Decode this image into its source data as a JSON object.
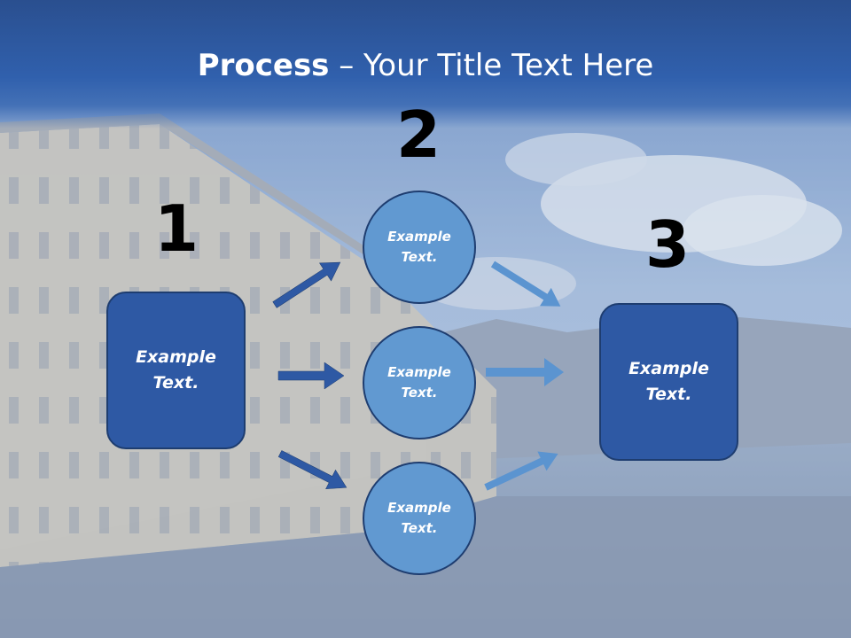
{
  "title": {
    "bold": "Process",
    "rest": " – Your Title Text Here"
  },
  "steps": [
    {
      "number": "1",
      "text": "Example Text."
    },
    {
      "number": "2",
      "items": [
        "Example Text.",
        "Example Text.",
        "Example Text."
      ]
    },
    {
      "number": "3",
      "text": "Example Text."
    }
  ],
  "colors": {
    "title_band": "#3060ad",
    "box_fill": "#2e59a4",
    "circle_fill": "#6199d1",
    "dark_arrow": "#2e59a4",
    "light_arrow": "#5b94d0",
    "outline": "#1e3d70"
  }
}
